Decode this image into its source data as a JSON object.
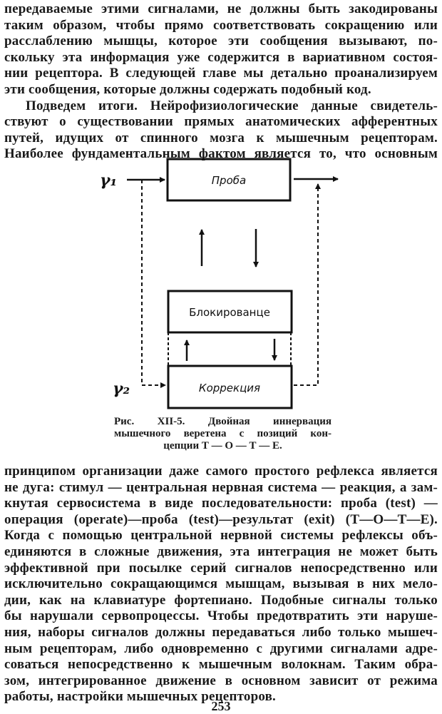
{
  "paragraph_top": [
    "передаваемые этими сигналами, не должны быть закодированы",
    "таким образом, чтобы прямо соответствовать сокращению или",
    "расслаблению мышцы, которое эти сообщения вызывают, по-",
    "скольку эта информация уже содержится в вариативном состоя-",
    "нии рецептора. В следующей главе мы детально проанализируем",
    "эти сообщения, которые должны содержать подобный код."
  ],
  "paragraph_second": [
    "Подведем итоги. Нейрофизиологические данные свидетель-",
    "ствуют о существовании прямых анатомических афферентных",
    "путей, идущих от спинного мозга к мышечным рецепторам.",
    "Наиболее фундаментальным фактом является то, что основным"
  ],
  "figure": {
    "gamma1": "γ₁",
    "gamma2": "γ₂",
    "box_test": "Проба",
    "box_blocking": "Блокированце",
    "box_correction": "Коррекция",
    "caption": [
      "Рис.  XII-5.  Двойная  иннервация",
      "мышечного веретена с позиций кон-",
      "цепции Т — О — Т — Е."
    ]
  },
  "paragraph_bottom": [
    "принципом организации даже самого простого рефлекса является",
    "не дуга: стимул — центральная нервная система — реакция, а зам-",
    "кнутая сервосистема в виде последовательности: проба (test) —",
    "операция (operate)—проба (test)—результат (exit) (Т—О—Т—Е).",
    "Когда с помощью центральной нервной системы рефлексы объ-",
    "единяются в сложные движения, эта интеграция не может быть",
    "эффективной при посылке серий сигналов непосредственно или",
    "исключительно сокращающимся мышцам, вызывая в них мело-",
    "дии, как на клавиатуре фортепиано. Подобные сигналы только",
    "бы нарушали сервопроцессы. Чтобы предотвратить эти наруше-",
    "ния, наборы сигналов должны передаваться либо только мышеч-",
    "ным рецепторам, либо одновременно с другими сигналами адре-",
    "соваться непосредственно к мышечным волокнам. Таким обра-",
    "зом, интегрированное движение в основном зависит от режима",
    "работы, настройки мышечных рецепторов."
  ],
  "page_number": "253"
}
